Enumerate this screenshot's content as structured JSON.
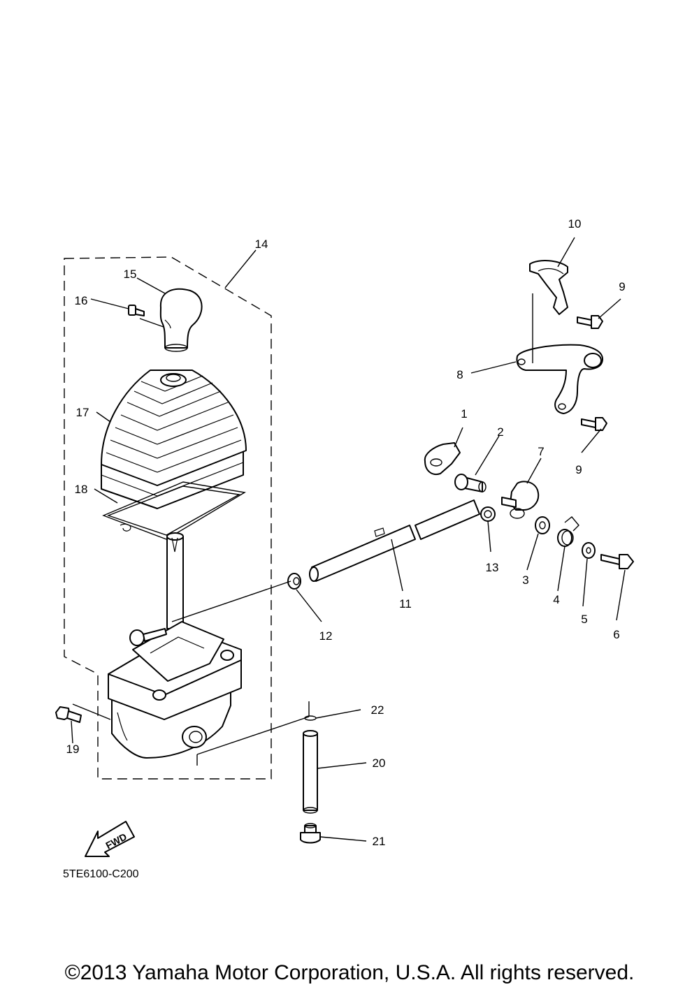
{
  "callouts": [
    "1",
    "2",
    "3",
    "4",
    "5",
    "6",
    "7",
    "8",
    "9",
    "9",
    "10",
    "11",
    "12",
    "13",
    "14",
    "15",
    "16",
    "17",
    "18",
    "19",
    "20",
    "21",
    "22"
  ],
  "fwd_label": "FWD",
  "diagram_code": "5TE6100-C200",
  "copyright": "©2013 Yamaha Motor Corporation, U.S.A. All rights reserved."
}
